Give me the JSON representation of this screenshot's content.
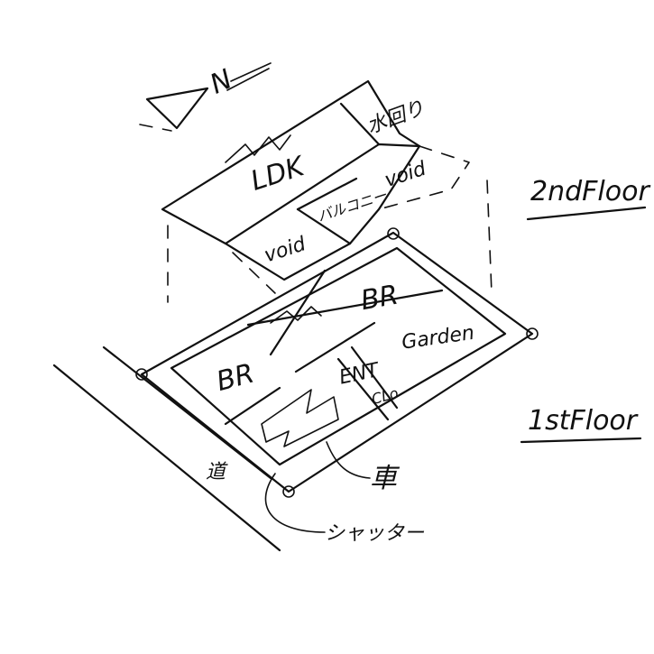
{
  "sketch": {
    "north_label": "N",
    "floors": {
      "second": "2ndFloor",
      "first": "1stFloor"
    },
    "second_floor_rooms": {
      "ldk": "LDK",
      "water": "水回り",
      "void_right": "void",
      "balcony": "バルコニー",
      "void_left": "void"
    },
    "first_floor_rooms": {
      "br_top": "BR",
      "garden": "Garden",
      "br_left": "BR",
      "entrance": "ENT",
      "closet": "CLo"
    },
    "annotations": {
      "road": "道",
      "car": "車",
      "shutter": "シャッター"
    }
  }
}
